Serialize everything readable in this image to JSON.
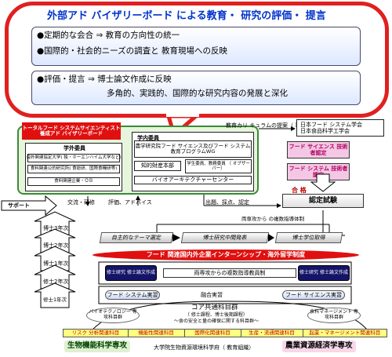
{
  "bubble": {
    "title": "外部アド バイザリーボード による教育・ 研究の評価・ 提言",
    "bullets_top": [
      "●定期的な会合  ⇒  教育の方向性の統一",
      "●国際的・社会的ニーズの調査と 教育現場への反映"
    ],
    "bullet_main": "●評価・提言  ⇒   博士論文作成に反映",
    "bullet_sub": "多角的、実践的、国際的な研究内容の発展と深化"
  },
  "advisory": {
    "label": "トータルフード システムサイエンティスト 養成アド バイザリーボード",
    "external_title": "学外委員",
    "external_items": [
      "海外関連協定大学( 独・ホーエンハイム大学など)",
      "食料関連公的研究所( 食総研、国際食糧研等)",
      "食料関連企業・ＯＢ"
    ],
    "internal_title": "学内委員",
    "program_wg": "農学研究院フード サイエンス及びフード システム教育プログラムWG",
    "ip_office": "知的財産本部",
    "internal_sub": "学生委員、教務委員 （ オブザーバー）",
    "bio_center": "バイオアーキテクチャーセンター"
  },
  "proposal": "教育カリ キュラムの提案（ 準備中）",
  "societies": [
    "日本フード システム学会",
    "日本食品科学工学会"
  ],
  "certs": [
    "フード サイエンス 技術者認定",
    "フード システム 技術者認定"
  ],
  "pass_label": "合  格",
  "cert_exam": "認定試験",
  "flows": {
    "support": "サポート",
    "exchange": "交流・研修",
    "evaluation": "評価、アドバイス",
    "exam_tasks": "出題、採点、認定"
  },
  "years": [
    "博士3年次",
    "博士2年次",
    "博士1年次",
    "修士2年次",
    "修士1年次"
  ],
  "dual_guidance_top": "両専攻から の複数指導体制",
  "doctoral": [
    "自主的なテーマ選定",
    "博士研究中間発表",
    "博士学位取得"
  ],
  "internship": "フード 関連国内外企業インターンシップ・海外留学制度",
  "masters_thesis_left": "修士研究 修士論文作成",
  "dual_guidance": "両専攻からの複数指導教員制",
  "masters_thesis_right": "修士研究 修士論文作成",
  "practicum_left": "フード システム実習",
  "fusion": "融合実習",
  "practicum_right": "フード サイエンス実習",
  "core_title": "コア共通科目群",
  "core_sub1": "（ 修士課程、博士後期課程）",
  "core_sub2": "～食の安全と量の確保に関する科目群～",
  "bio_group": "バイオテクノロジー 専攻科目群",
  "food_mgmt_group": "食料マネージメント 専攻科目群",
  "courses": [
    "リスク 分析関連科目",
    "機能性関連科目",
    "国際化関連科目",
    "生産・流通関連科目",
    "起業・マネージメント関連科目"
  ],
  "bottom": {
    "left": "生物機能科学専攻",
    "center": "大学院生物資源環境科学府（ 教育組織）",
    "right": "農業資源経済学専攻"
  },
  "colors": {
    "bubble_border": "#e02020",
    "title_blue": "#0033cc",
    "red_label": "#e01010",
    "navy": "#141468",
    "pink": "#f4c8e4",
    "yellow": "#ffff80"
  }
}
